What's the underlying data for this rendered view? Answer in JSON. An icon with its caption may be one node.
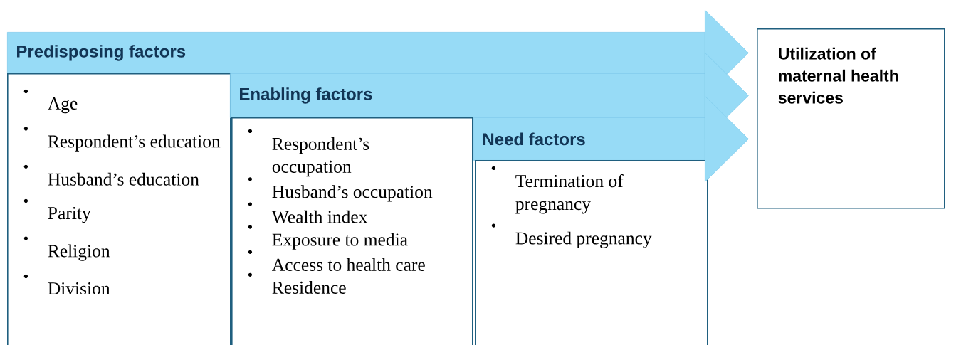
{
  "diagram": {
    "nodes": [
      {
        "text": [
          "Predisposing factors"
        ]
      },
      {
        "text": [
          "Age",
          "Respondent’s education",
          "Husband’s education",
          "Parity",
          "Religion",
          "Division"
        ]
      },
      {
        "text": [
          "Enabling factors"
        ]
      },
      {
        "text": [
          "Respondent’s occupation",
          "Husband’s occupation",
          "Wealth index",
          "Exposure to media",
          "Access to health care",
          "Residence"
        ]
      },
      {
        "text": [
          "Need factors"
        ]
      },
      {
        "text": [
          "Termination of pregnancy",
          "Desired pregnancy"
        ]
      },
      {
        "text": [
          "Utilization of maternal health services"
        ]
      }
    ],
    "edges": [
      {
        "from": 0,
        "to": 6,
        "arrow": "to"
      },
      {
        "from": 2,
        "to": 6,
        "arrow": "to"
      },
      {
        "from": 4,
        "to": 6,
        "arrow": "to"
      }
    ]
  }
}
